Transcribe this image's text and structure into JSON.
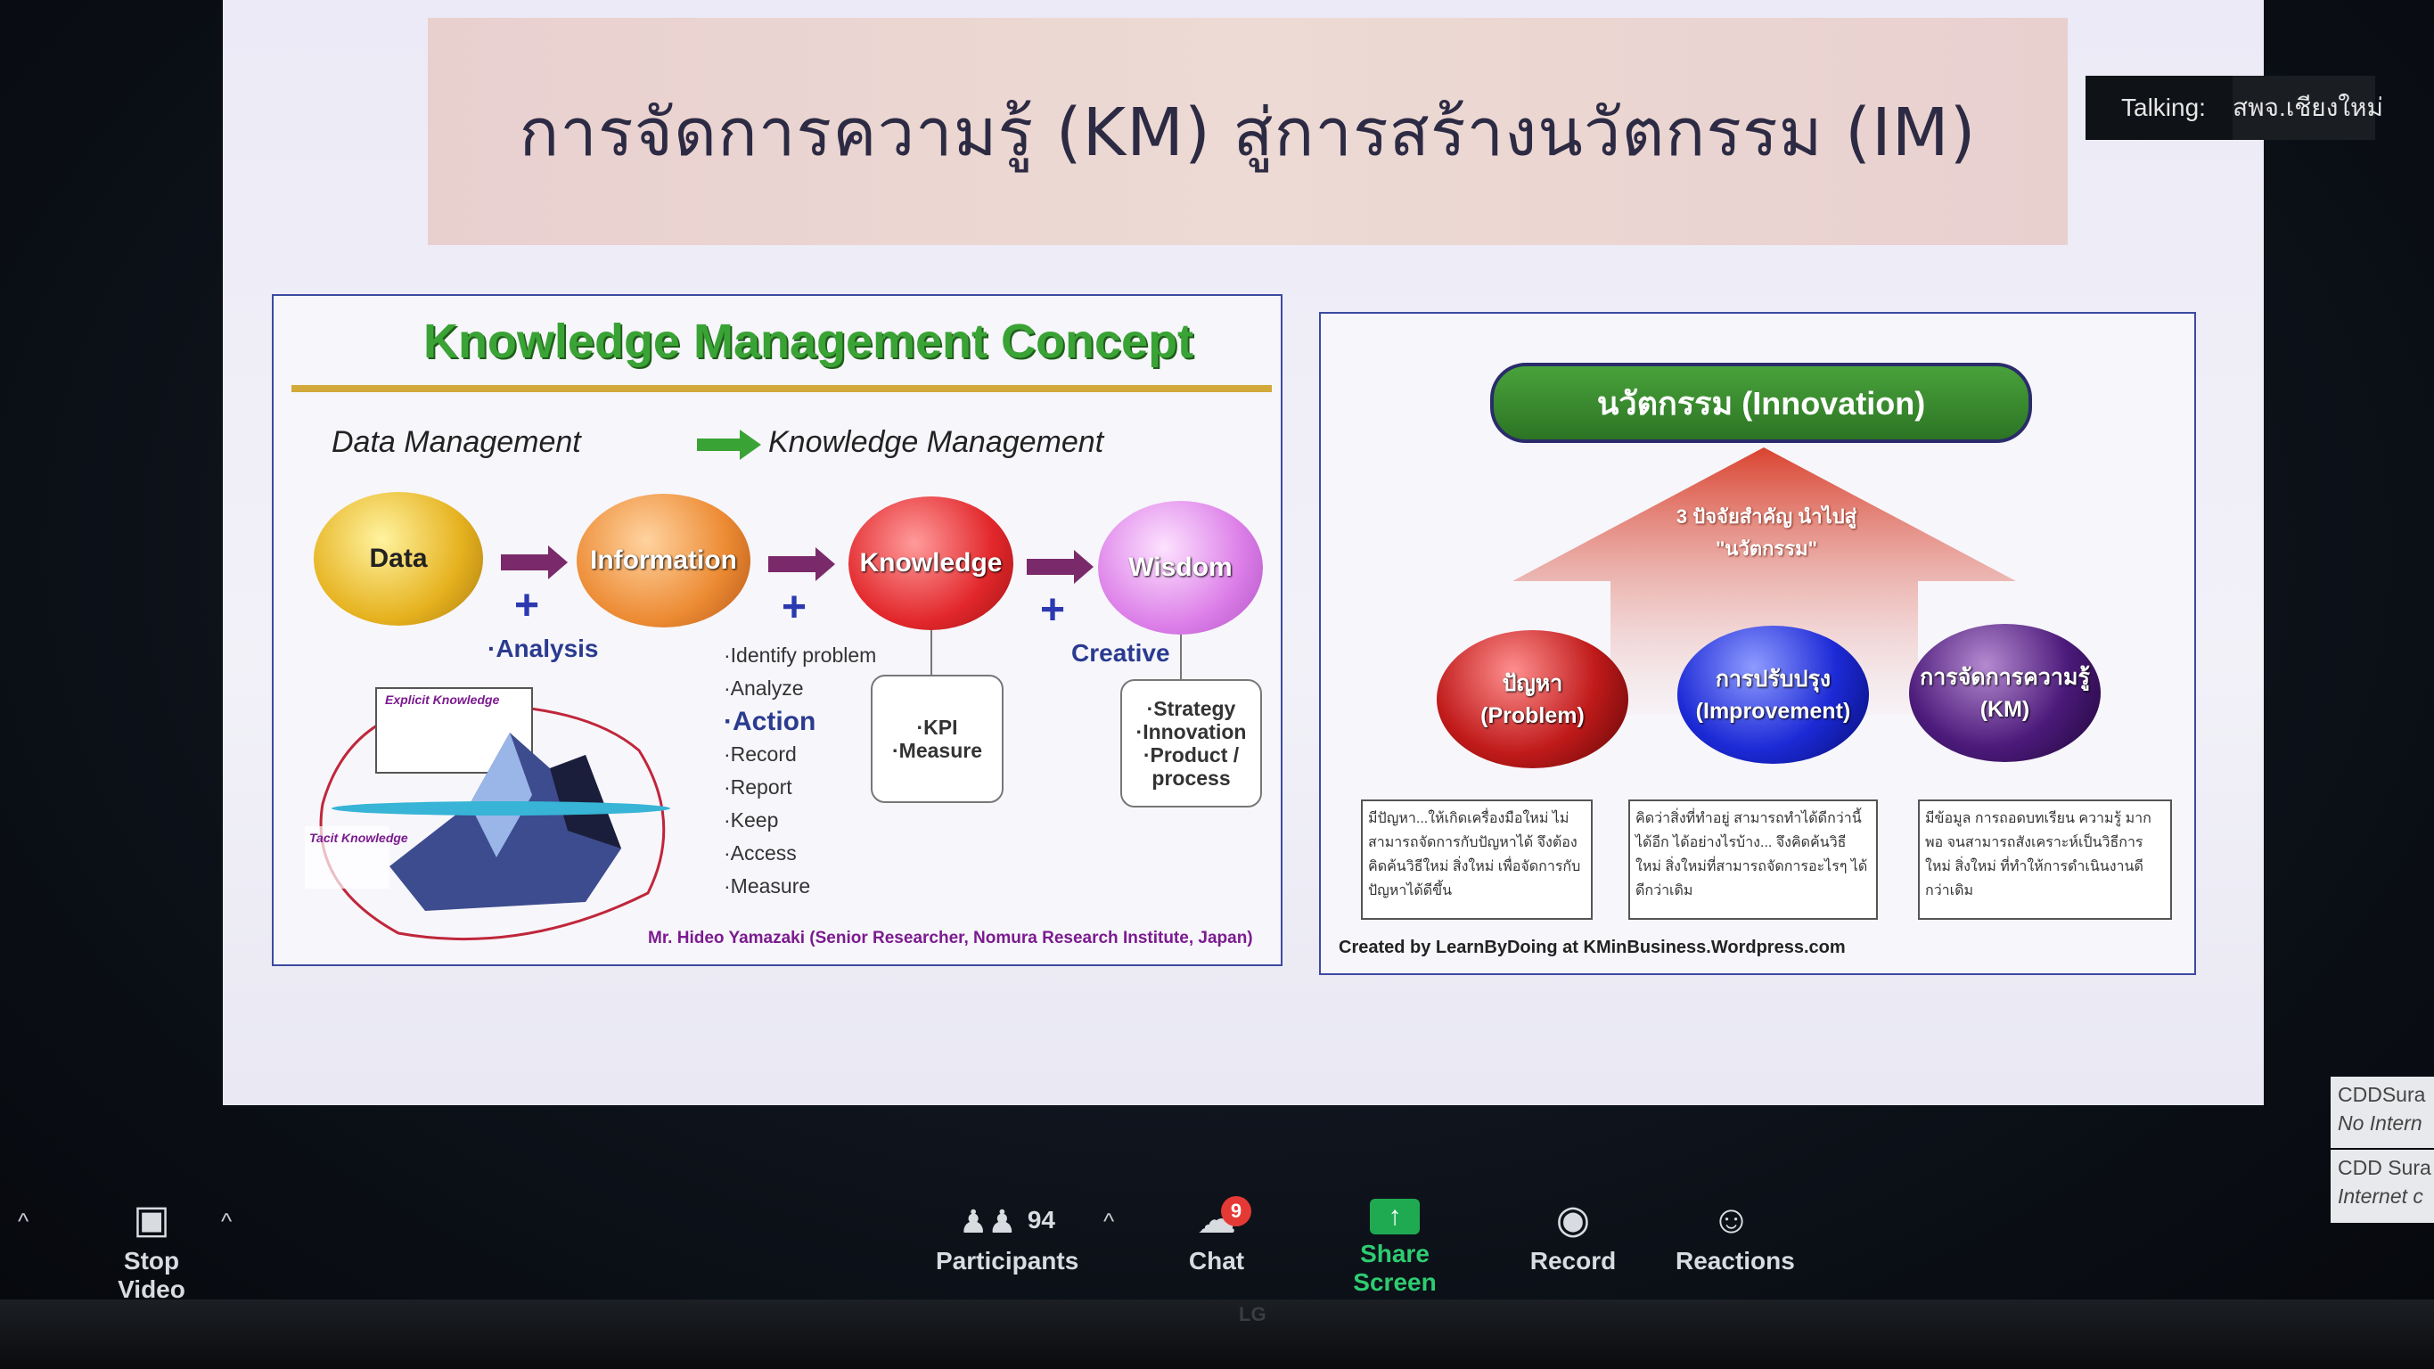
{
  "slide": {
    "title": "การจัดการความรู้ (KM) สู่การสร้างนวัตกรรม (IM)",
    "left_panel": {
      "heading": "Knowledge Management Concept",
      "flow_from": "Data Management",
      "flow_to": "Knowledge Management",
      "stages": [
        "Data",
        "Information",
        "Knowledge",
        "Wisdom"
      ],
      "plus_sign": "+",
      "analysis_label": "·Analysis",
      "creative_label": "Creative",
      "info_bullets": [
        "·Identify problem",
        "·Analyze"
      ],
      "action_label": "·Action",
      "action_bullets": [
        "·Record",
        "·Report",
        "·Keep",
        "·Access",
        "·Measure"
      ],
      "knowledge_box": [
        "·KPI",
        "·Measure"
      ],
      "wisdom_box": [
        "·Strategy",
        "·Innovation",
        "·Product /",
        "process"
      ],
      "iceberg_labels": [
        "Explicit Knowledge",
        "Tacit Knowledge"
      ],
      "credit": "Mr. Hideo Yamazaki (Senior Researcher, Nomura Research Institute, Japan)"
    },
    "right_panel": {
      "innovation_label": "นวัตกรรม (Innovation)",
      "arrow_text_line1": "3 ปัจจัยสำคัญ นำไปสู่",
      "arrow_text_line2": "\"นวัตกรรม\"",
      "balls": [
        {
          "line1": "ปัญหา",
          "line2": "(Problem)"
        },
        {
          "line1": "การปรับปรุง",
          "line2": "(Improvement)"
        },
        {
          "line1": "การจัดการความรู้",
          "line2": "(KM)"
        }
      ],
      "descriptions": [
        "มีปัญหา...ให้เกิดเครื่องมือใหม่ ไม่สามารถจัดการกับปัญหาได้ จึงต้องคิดค้นวิธีใหม่ สิ่งใหม่ เพื่อจัดการกับปัญหาได้ดีขึ้น",
        "คิดว่าสิ่งที่ทำอยู่ สามารถทำได้ดีกว่านี้ได้อีก ได้อย่างไรบ้าง... จึงคิดค้นวิธีใหม่ สิ่งใหม่ที่สามารถจัดการอะไรๆ ได้ดีกว่าเดิม",
        "มีข้อมูล การถอดบทเรียน ความรู้ มากพอ จนสามารถสังเคราะห์เป็นวิธีการใหม่ สิ่งใหม่ ที่ทำให้การดำเนินงานดีกว่าเดิม"
      ],
      "credit": "Created by LearnByDoing at KMinBusiness.Wordpress.com"
    }
  },
  "talking": {
    "prefix": "Talking:",
    "name": "สพจ.เชียงใหม่"
  },
  "participant_tiles": [
    {
      "name": "CDDSura",
      "status": "No Intern"
    },
    {
      "name": "CDD Sura",
      "status": "Internet c"
    }
  ],
  "toolbar": {
    "stop_video": "Stop Video",
    "participants_label": "Participants",
    "participants_count": "94",
    "chat_label": "Chat",
    "chat_badge": "9",
    "share_label": "Share Screen",
    "record_label": "Record",
    "reactions_label": "Reactions",
    "caret": "^"
  },
  "monitor_brand": "LG",
  "colors": {
    "share_green": "#2ecc71",
    "badge_red": "#e53935",
    "km_green": "#3aa335"
  },
  "icons": [
    "camera-icon",
    "participants-icon",
    "chat-icon",
    "share-screen-icon",
    "record-icon",
    "reactions-icon",
    "chevron-up-icon"
  ]
}
